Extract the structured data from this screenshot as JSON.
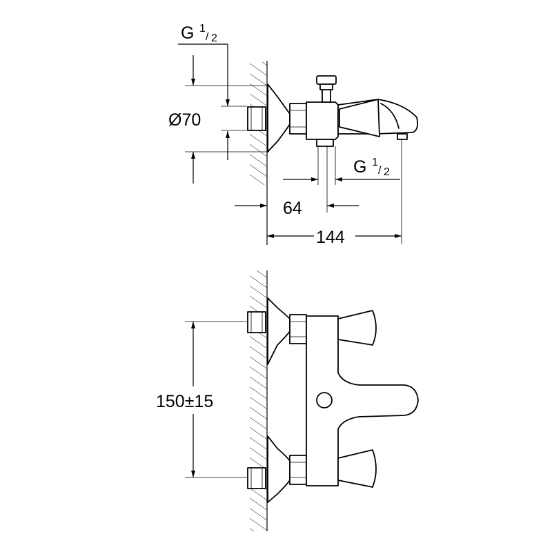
{
  "diagram": {
    "side_view": {
      "thread_top": "G",
      "thread_top_fraction": "1/2",
      "diameter": "Ø70",
      "thread_bottom": "G",
      "thread_bottom_fraction": "1/2",
      "depth_small": "64",
      "depth_total": "144"
    },
    "front_view": {
      "centre_distance": "150±15"
    }
  }
}
